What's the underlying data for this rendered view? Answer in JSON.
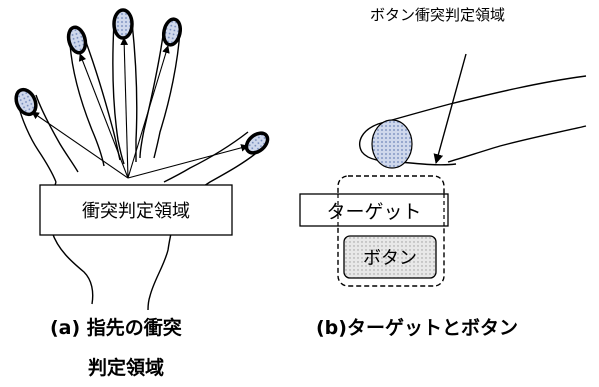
{
  "left_panel": {
    "collision_box_label": "衝突判定領域",
    "caption_line1": "(a) 指先の衝突",
    "caption_line2": "判定領域"
  },
  "right_panel": {
    "button_region_label": "ボタン衝突判定領域",
    "target_label": "ターゲット",
    "button_label": "ボタン",
    "caption": "(b)ターゲットとボタン"
  },
  "colors": {
    "fingertip_fill": "#b9c7e3",
    "button_fill": "#e0e0e0",
    "line": "#000000"
  }
}
